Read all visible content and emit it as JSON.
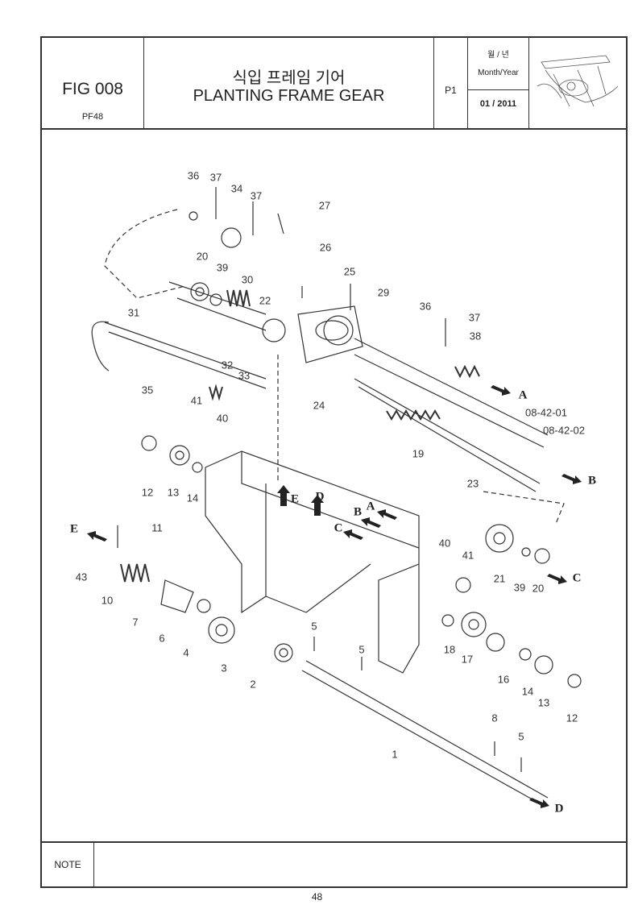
{
  "header": {
    "fig": "FIG 008",
    "code": "PF48",
    "title_ko": "식입 프레임 기어",
    "title_en": "PLANTING FRAME GEAR",
    "page": "P1",
    "date_label_ko": "월 / 년",
    "date_label_en": "Month/Year",
    "date": "01 / 2011"
  },
  "callouts": [
    "36",
    "37",
    "34",
    "37",
    "27",
    "26",
    "20",
    "39",
    "30",
    "25",
    "29",
    "22",
    "36",
    "37",
    "38",
    "31",
    "32",
    "33",
    "24",
    "08-42-01",
    "08-42-02",
    "19",
    "35",
    "41",
    "40",
    "12",
    "13",
    "14",
    "23",
    "11",
    "43",
    "10",
    "7",
    "6",
    "4",
    "3",
    "2",
    "5",
    "5",
    "40",
    "41",
    "21",
    "39",
    "20",
    "18",
    "17",
    "16",
    "14",
    "13",
    "12",
    "8",
    "5",
    "1"
  ],
  "arrows": [
    "A",
    "B",
    "E",
    "D",
    "B",
    "A",
    "C",
    "E",
    "C",
    "D"
  ],
  "footer": {
    "note_label": "NOTE",
    "page_number": "48"
  }
}
